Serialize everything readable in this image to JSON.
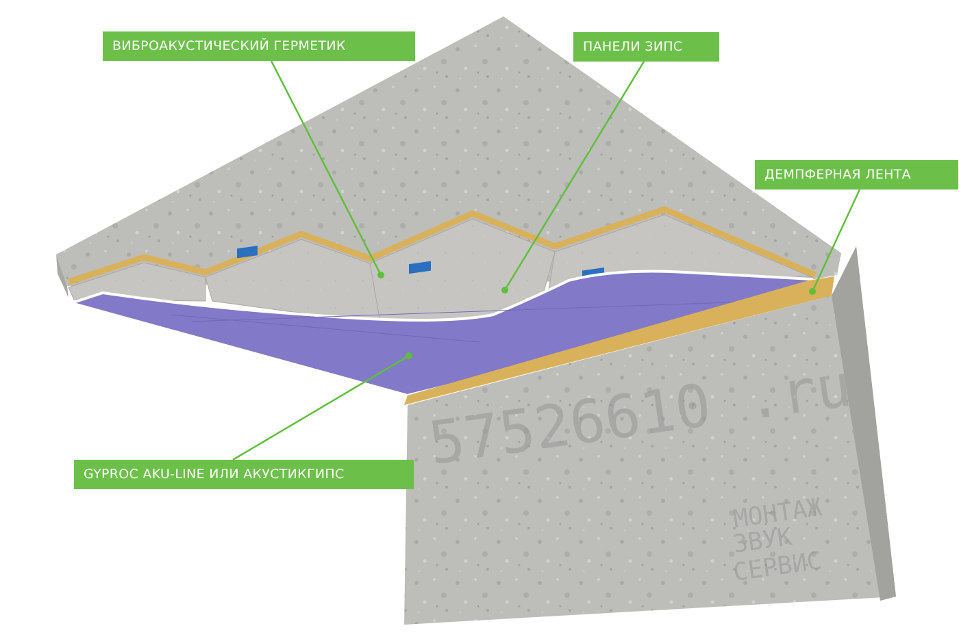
{
  "labels": {
    "sealant": "ВИБРОАКУСТИЧЕСКИЙ ГЕРМЕТИК",
    "zips": "ПАНЕЛИ ЗИПС",
    "tape": "ДЕМПФЕРНАЯ ЛЕНТА",
    "gyproc": "GYPROC AKU-LINE ИЛИ АКУСТИКГИПС"
  },
  "watermark": {
    "number": "57526610 .ru",
    "line1": "МОНТАЖ",
    "line2": "ЗВУК",
    "line3": "СЕРВИС"
  },
  "colors": {
    "label_bg": "#6cc04a",
    "label_line": "#5fbf3a",
    "concrete": "#b9b9b6",
    "concrete_dark": "#9c9c99",
    "panel": "#c5c4bf",
    "purple": "#8279c8",
    "tape": "#d8b15a"
  }
}
